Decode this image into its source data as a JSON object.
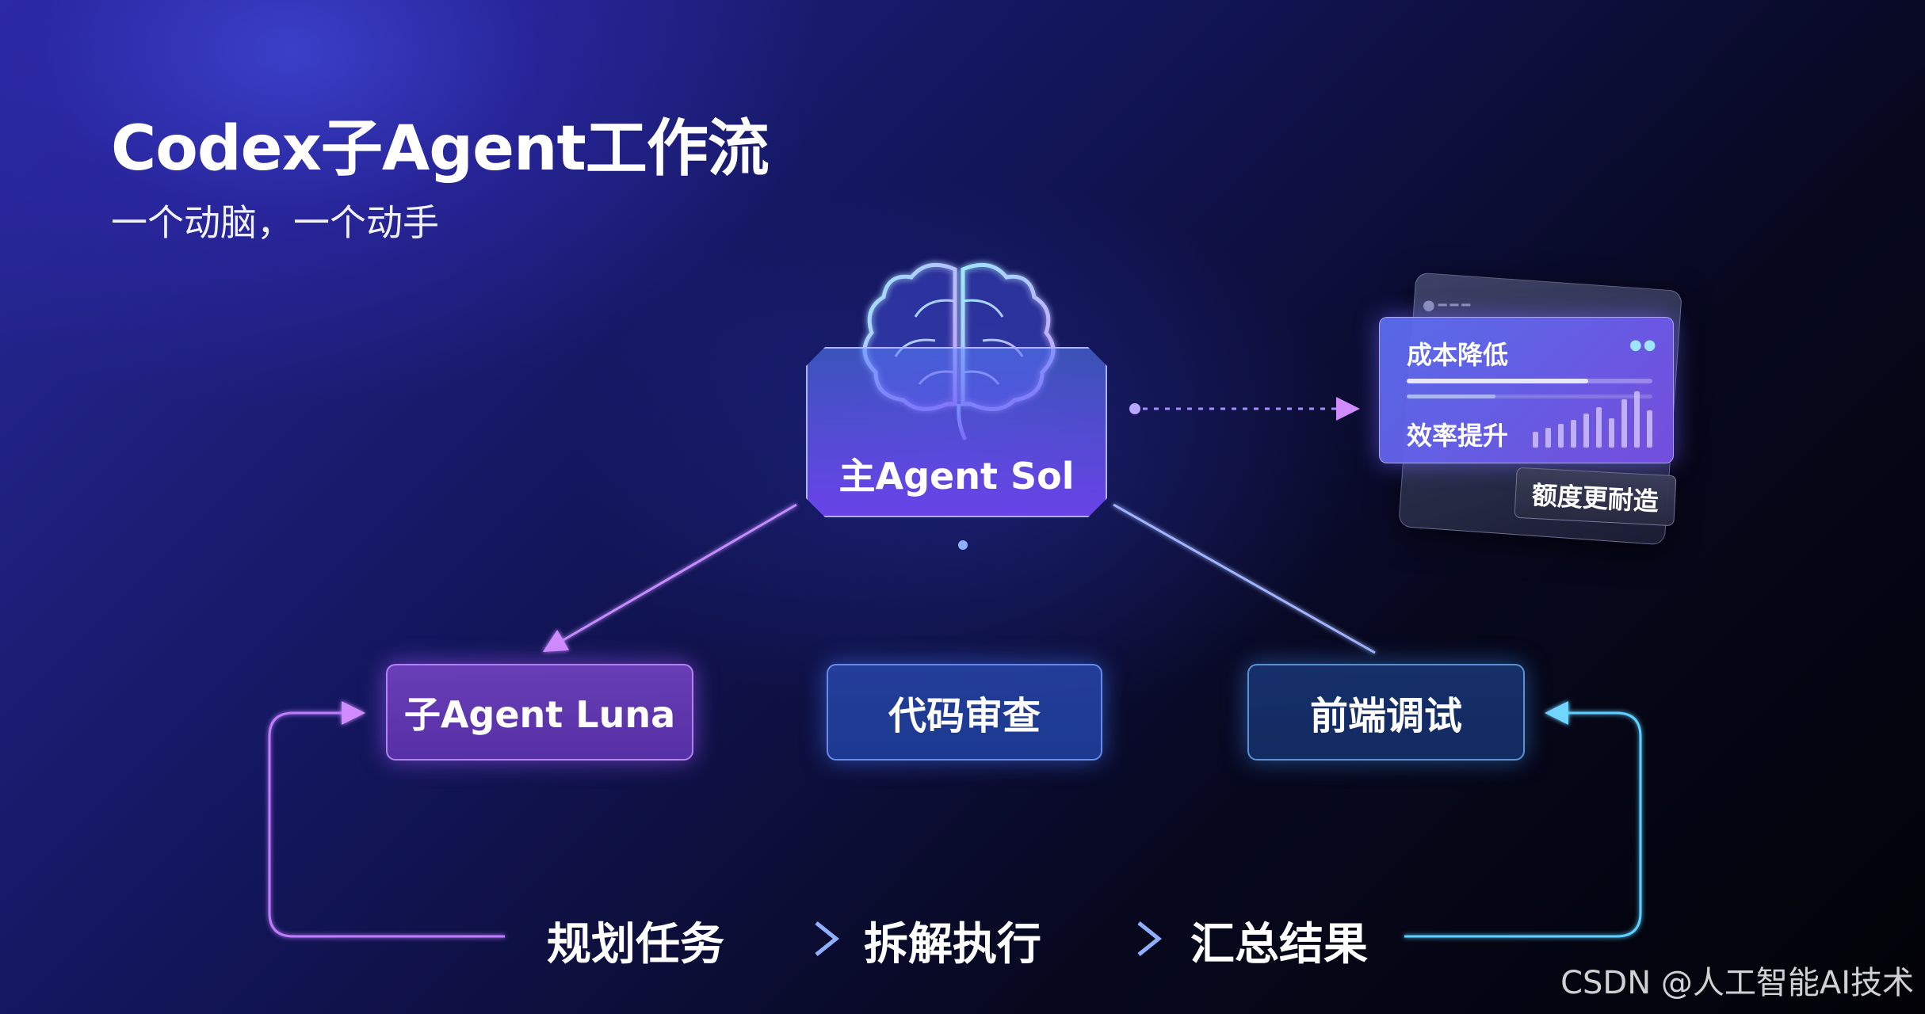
{
  "header": {
    "title": "Codex子Agent工作流",
    "subtitle": "一个动脑，一个动手"
  },
  "nodes": {
    "main": "主Agent Sol",
    "luna": "子Agent Luna",
    "review": "代码审查",
    "frontend": "前端调试"
  },
  "steps": [
    "规划任务",
    "拆解执行",
    "汇总结果"
  ],
  "dashboard": {
    "metric1": "成本降低",
    "metric2": "效率提升",
    "tag": "额度更耐造",
    "progress1": 0.74,
    "progress2": 0.36
  },
  "watermark": "CSDN @人工智能AI技术",
  "colors": {
    "accent_purple": "#b070ff",
    "accent_blue": "#5fa0ff",
    "accent_cyan": "#5fd0ff"
  }
}
